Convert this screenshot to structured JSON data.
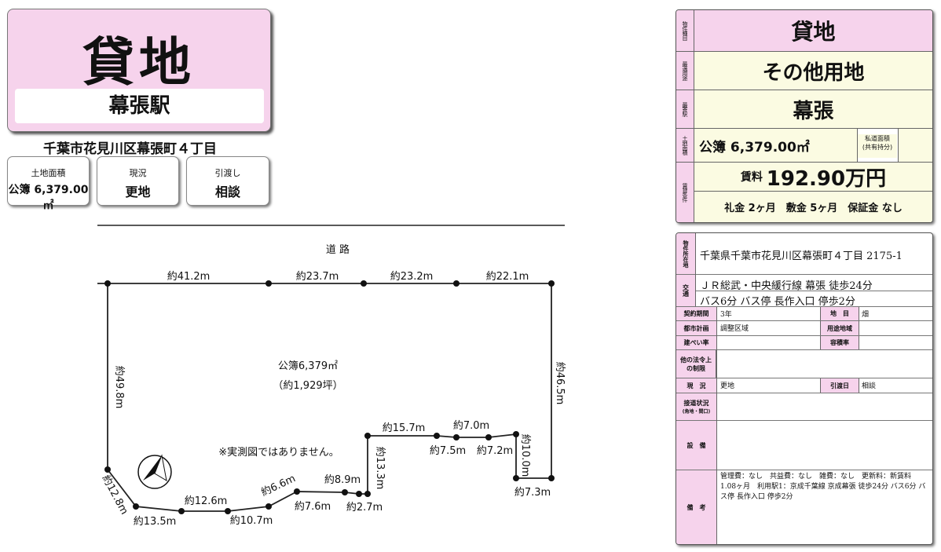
{
  "header": {
    "title": "貸地",
    "station": "幕張駅"
  },
  "address": "千葉市花見川区幕張町４丁目",
  "chips": [
    {
      "title": "土地面積",
      "value": "公簿 6,379.00㎡"
    },
    {
      "title": "現況",
      "value": "更地"
    },
    {
      "title": "引渡し",
      "value": "相談"
    }
  ],
  "map": {
    "road_label": "道 路",
    "area_main": "公簿6,379㎡",
    "area_sub": "（約1,929坪）",
    "note": "※実測図ではありません。",
    "top_edges": [
      "約41.2m",
      "約23.7m",
      "約23.2m",
      "約22.1m"
    ],
    "left_edge": "約49.8m",
    "right_edge": "約46.5m",
    "bottom_edges": [
      "約12.8m",
      "約13.5m",
      "約12.6m",
      "約10.7m",
      "約6.6m",
      "約7.6m",
      "約8.9m",
      "約2.7m",
      "約13.3m",
      "約15.7m",
      "約7.5m",
      "約7.0m",
      "約7.2m",
      "約10.0m",
      "約7.3m"
    ]
  },
  "summary": {
    "type_label": "物件種目",
    "type": "貸地",
    "use_label": "最適用途",
    "use": "その他用地",
    "station_label": "最寄駅",
    "station": "幕張",
    "area_label": "土地面積",
    "area": "公簿 6,379.00㎡",
    "area_note_1": "私道面積",
    "area_note_2": "(共有持分)",
    "terms_label": "賃貸条件",
    "rent_prefix": "賃料",
    "rent": "192.90万円",
    "deposits": "礼金 2ヶ月　敷金 5ヶ月　保証金 なし"
  },
  "details": {
    "location_label": "物件所在地",
    "location": "千葉県千葉市花見川区幕張町４丁目 2175-1",
    "transport_label": "交通",
    "transport_1": "ＪＲ総武・中央緩行線 幕張 徒歩24分",
    "transport_2": "バス6分 バス停 長作入口 停歩2分",
    "contract_label": "契約期間",
    "contract": "3年",
    "landcat_label": "地　目",
    "landcat": "畑",
    "city_label": "都市計画",
    "city": "調整区域",
    "zone_label": "用途地域",
    "zone": "",
    "bcr_label": "建ぺい率",
    "bcr": "",
    "far_label": "容積率",
    "far": "",
    "law_label": "他の法令上の制限",
    "law": "",
    "status_label": "現　況",
    "status": "更地",
    "handover_label": "引渡日",
    "handover": "相談",
    "road_label": "接道状況",
    "road_sub": "(角地・間口)",
    "road": "",
    "equip_label": "設　備",
    "equip": "",
    "remarks_label": "備　考",
    "remarks": "管理費：なし　共益費：なし　雑費：なし　更新料：新賃料 1.08ヶ月　利用駅1：京成千葉線 京成幕張 徒歩24分 バス6分 バス停 長作入口 停歩2分"
  },
  "colors": {
    "pink": "#f6d3ec",
    "cream": "#fbfbe2",
    "line": "#222222"
  }
}
